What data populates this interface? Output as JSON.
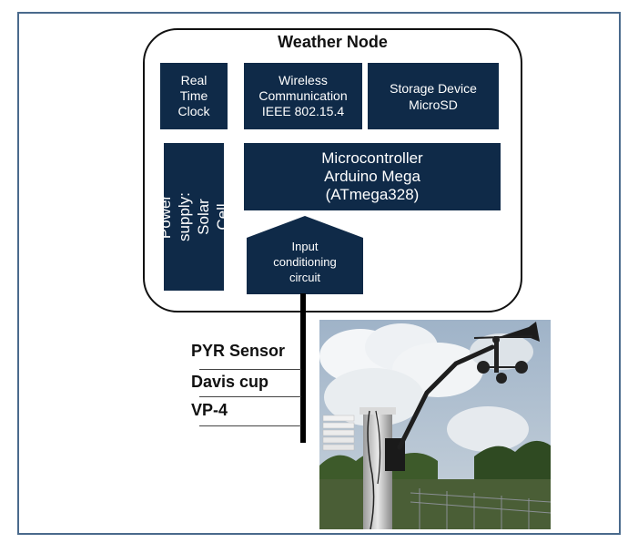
{
  "diagram": {
    "title": "Weather Node",
    "rtc": "Real\nTime\nClock",
    "wireless": "Wireless\nCommunication\nIEEE 802.15.4",
    "storage": "Storage Device\nMicroSD",
    "power": "Power supply:\nSolar Cell",
    "micro": "Microcontroller\nArduino  Mega\n(ATmega328)",
    "input": "Input\nconditioning\ncircuit",
    "sensors": [
      "PYR Sensor",
      "Davis cup",
      "VP-4"
    ]
  },
  "colors": {
    "box_fill": "#0f2a48",
    "frame_border": "#4a6a8c",
    "box_text": "#ffffff"
  }
}
